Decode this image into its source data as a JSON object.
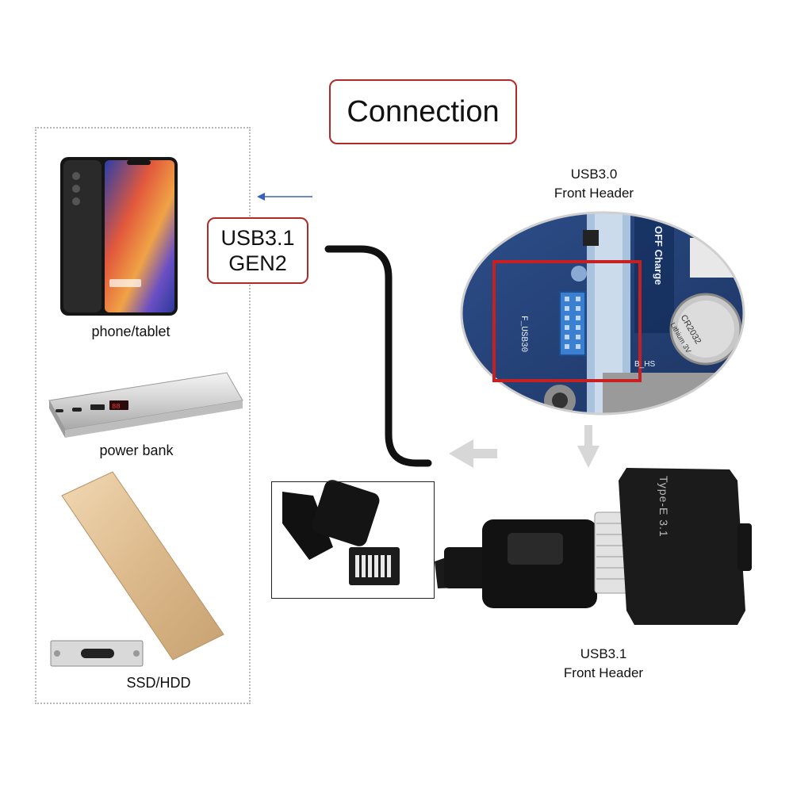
{
  "title": "Connection",
  "usb_badge": {
    "line1": "USB3.1",
    "line2": "GEN2"
  },
  "devices": {
    "phone": "phone/tablet",
    "powerbank": "power bank",
    "ssd": "SSD/HDD"
  },
  "headers": {
    "usb30": {
      "line1": "USB3.0",
      "line2": "Front Header"
    },
    "usb31": {
      "line1": "USB3.1",
      "line2": "Front Header"
    }
  },
  "board_text": {
    "port": "F_USB30",
    "charge": "OFF Charge",
    "battery_model": "CR2032",
    "battery_chem": "Lithium 3V",
    "hs": "B_HS"
  },
  "adapter_text": "Type-E 3.1",
  "colors": {
    "accent_red": "#b02a2a",
    "cable": "#111111",
    "arrow_blue": "#3a63b8",
    "arrow_grey": "#d7d7d7"
  }
}
